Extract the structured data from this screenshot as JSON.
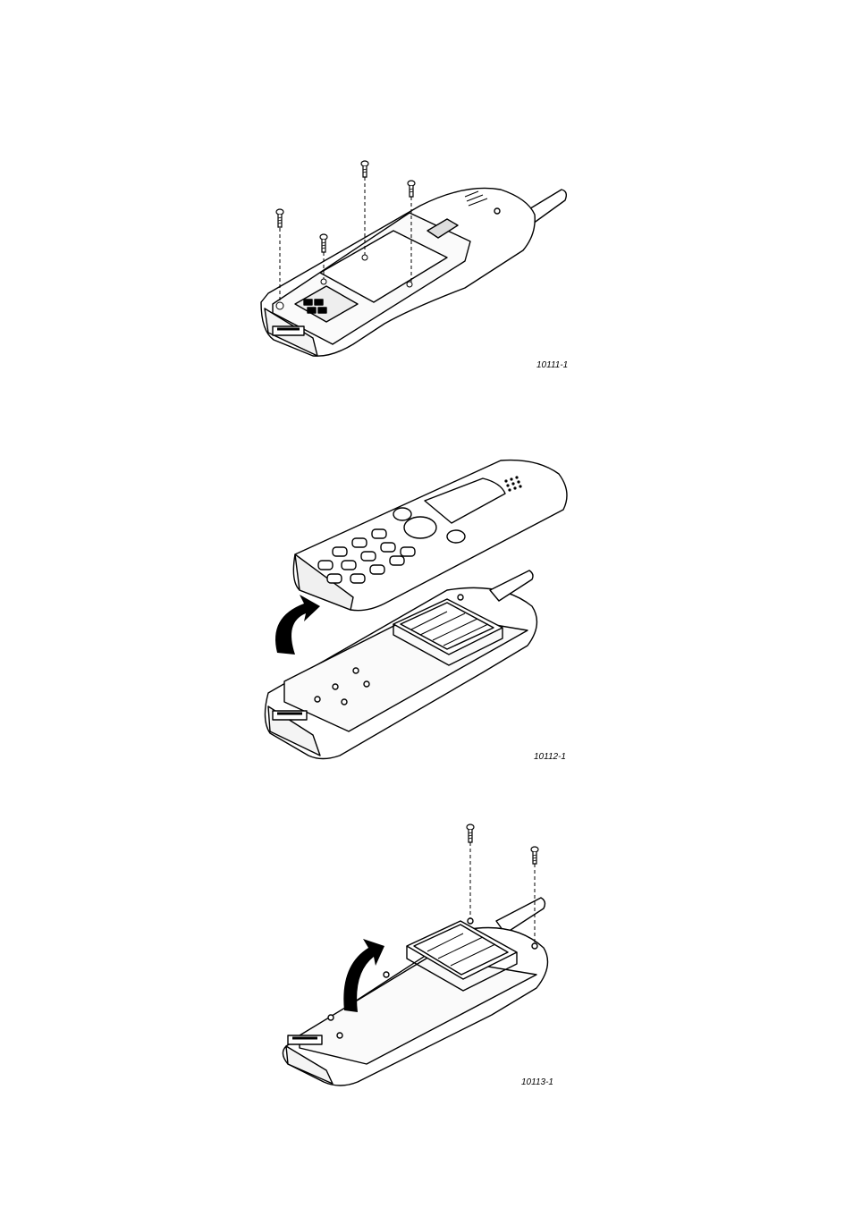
{
  "figures": [
    {
      "id": "fig1",
      "label": "10111-1"
    },
    {
      "id": "fig2",
      "label": "10112-1"
    },
    {
      "id": "fig3",
      "label": "10113-1"
    }
  ]
}
